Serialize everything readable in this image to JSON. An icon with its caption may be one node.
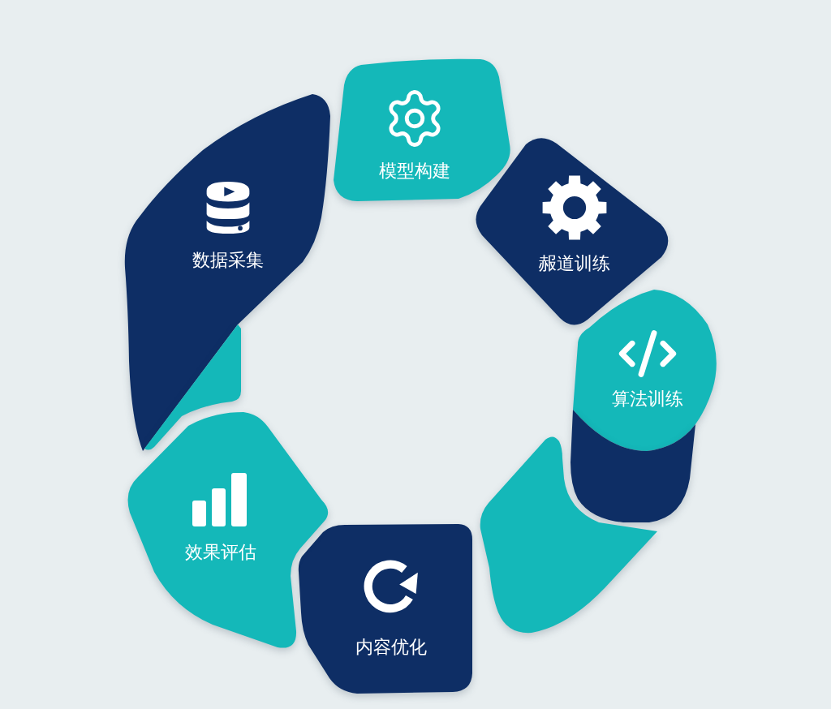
{
  "diagram": {
    "nodes": [
      {
        "text": [
          "数据采集"
        ]
      },
      {
        "text": [
          "模型构建"
        ]
      },
      {
        "text": [
          "赧道训练"
        ]
      },
      {
        "text": [
          "算法训练"
        ]
      },
      {
        "text": [],
        "shape": "box"
      },
      {
        "text": [],
        "shape": "box"
      },
      {
        "text": [
          "内容优化"
        ]
      },
      {
        "text": [
          "效果评估"
        ]
      },
      {
        "text": [],
        "shape": "box"
      }
    ]
  }
}
